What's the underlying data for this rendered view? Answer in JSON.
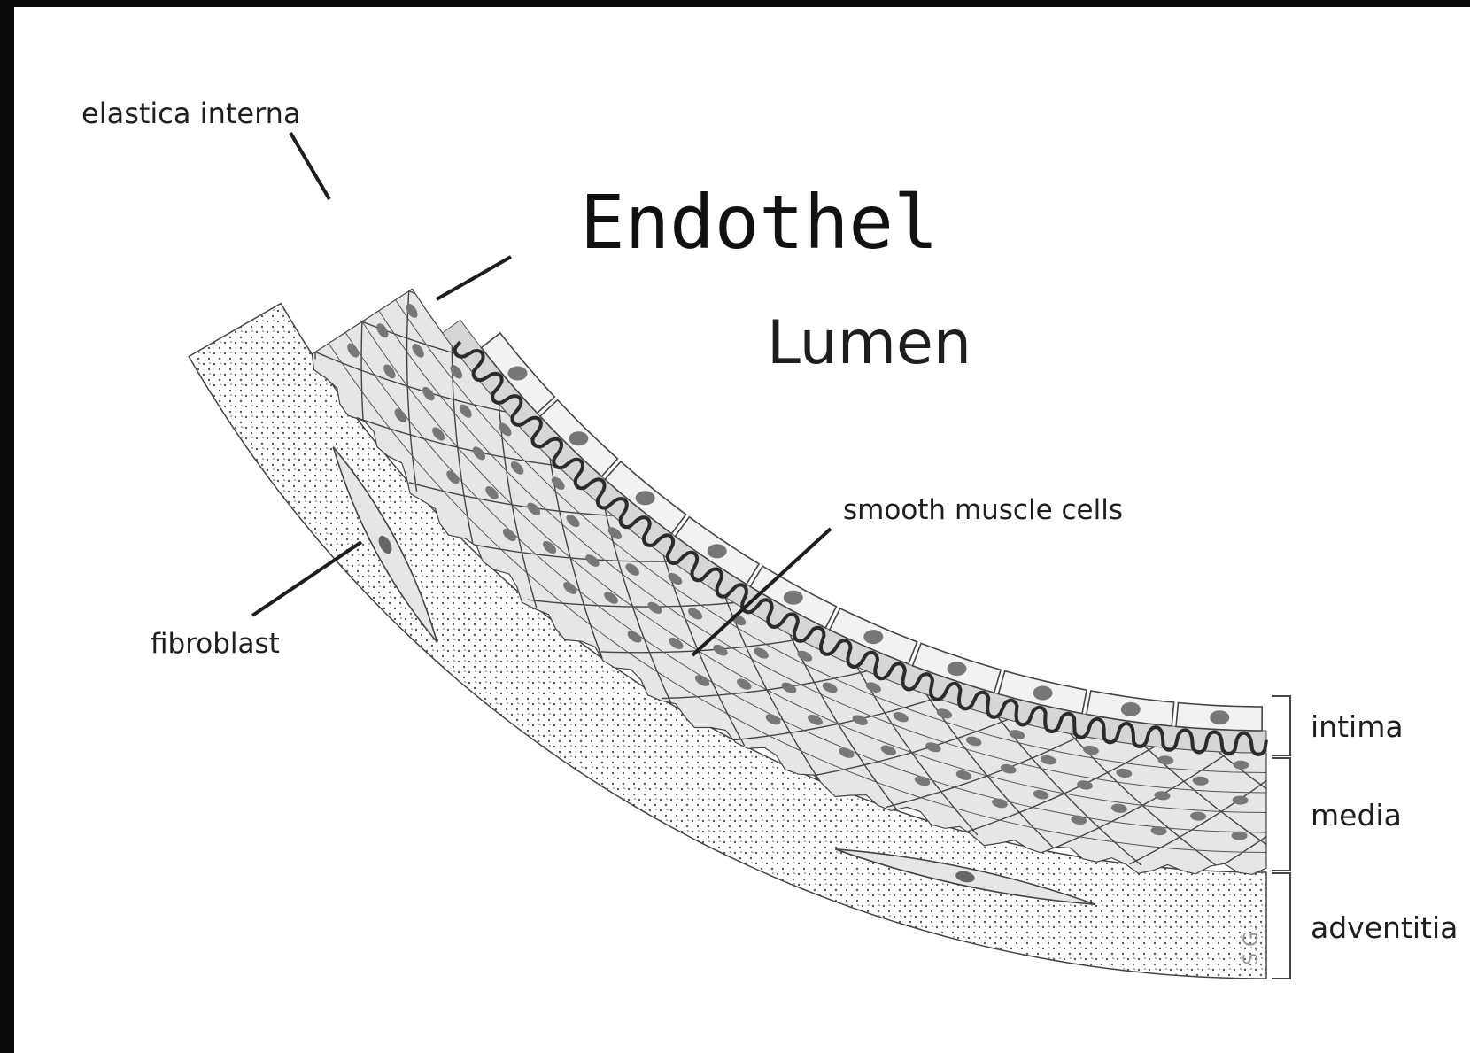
{
  "diagram": {
    "title": "Endothel",
    "lumen_label": "Lumen",
    "labels": {
      "elastica_interna": "elastica interna",
      "smooth_muscle_cells": "smooth muscle cells",
      "fibroblast": "fibroblast"
    },
    "layers": [
      {
        "name": "intima"
      },
      {
        "name": "media"
      },
      {
        "name": "adventitia"
      }
    ],
    "signature": "S.G."
  },
  "colors": {
    "background": "#0b0b0b",
    "panel": "#ffffff",
    "stroke": "#333333",
    "cell_fill": "#f2f2f2",
    "tissue_fill": "#d9d9d9",
    "nucleus": "#777777"
  }
}
